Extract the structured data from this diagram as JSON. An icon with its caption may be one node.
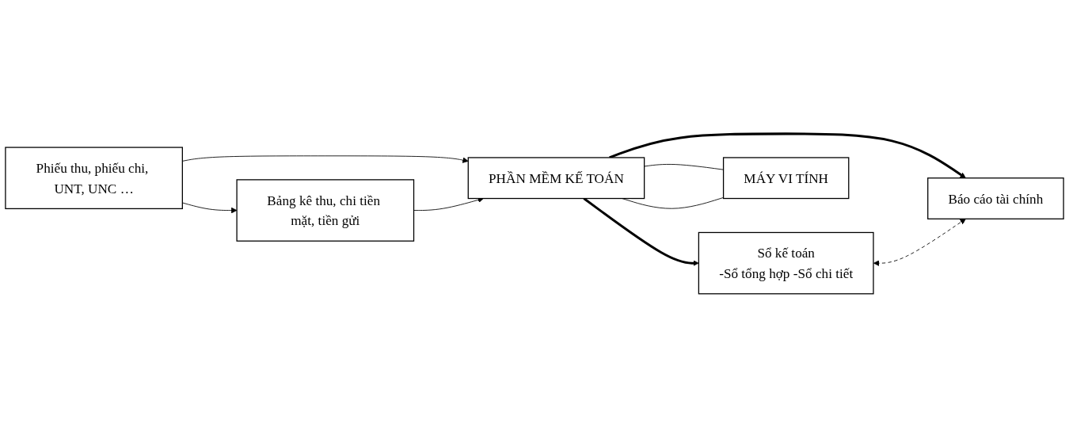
{
  "diagram": {
    "nodes": [
      {
        "text": [
          "Phiếu thu, phiếu chi, UNT, UNC …"
        ]
      },
      {
        "text": [
          "PHẦN MỀM KẾ TOÁN"
        ]
      },
      {
        "text": [
          "Sổ kế toán",
          "-Sổ tổng hợp -Sổ chi tiết"
        ]
      },
      {
        "text": [
          "Bảng kê thu, chi tiền mặt, tiền gửi"
        ]
      },
      {
        "text": [
          "MÁY VI TÍNH"
        ]
      },
      {
        "text": [
          "Báo cáo tài chính"
        ]
      }
    ],
    "edges": [
      {
        "from": 0,
        "to": 1,
        "arrow": "to"
      },
      {
        "from": 0,
        "to": 3,
        "arrow": "to"
      },
      {
        "from": 3,
        "to": 1,
        "arrow": "to"
      },
      {
        "from": 1,
        "to": 2,
        "arrow": "to",
        "style": "thick"
      },
      {
        "from": 1,
        "to": 5,
        "arrow": "to",
        "style": "thick"
      },
      {
        "from": 2,
        "to": 5,
        "arrow": "both",
        "style": "dashed"
      },
      {
        "from": 1,
        "to": 4,
        "arrow": "none"
      },
      {
        "from": 1,
        "to": 4,
        "arrow": "none"
      }
    ]
  }
}
